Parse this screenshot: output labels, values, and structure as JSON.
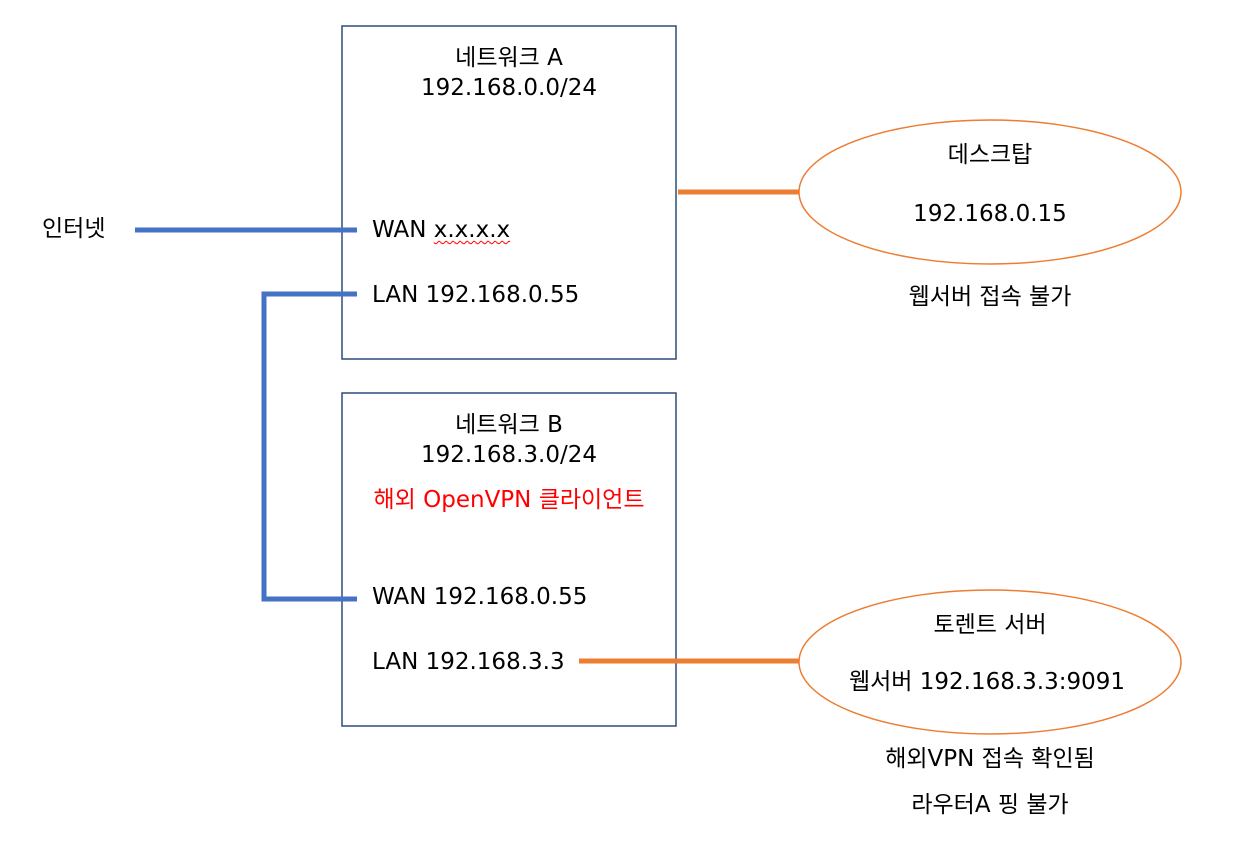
{
  "colors": {
    "box_border": "#2f4b7c",
    "wire_blue": "#4472c4",
    "wire_orange": "#ed7d31",
    "highlight_text": "#ff0000"
  },
  "internet": {
    "label": "인터넷"
  },
  "network_a": {
    "name": "네트워크 A",
    "subnet": "192.168.0.0/24",
    "wan_prefix": "WAN",
    "wan_value": "x.x.x.x",
    "lan": "LAN 192.168.0.55"
  },
  "network_b": {
    "name": "네트워크 B",
    "subnet": "192.168.3.0/24",
    "client": "해외 OpenVPN 클라이언트",
    "wan": "WAN 192.168.0.55",
    "lan": "LAN 192.168.3.3"
  },
  "desktop": {
    "title": "데스크탑",
    "ip": "192.168.0.15",
    "note": "웹서버 접속 불가"
  },
  "torrent_server": {
    "title": "토렌트 서버",
    "webserver": "웹서버 192.168.3.3:9091",
    "note_1": "해외VPN 접속 확인됨",
    "note_2": "라우터A 핑 불가"
  }
}
